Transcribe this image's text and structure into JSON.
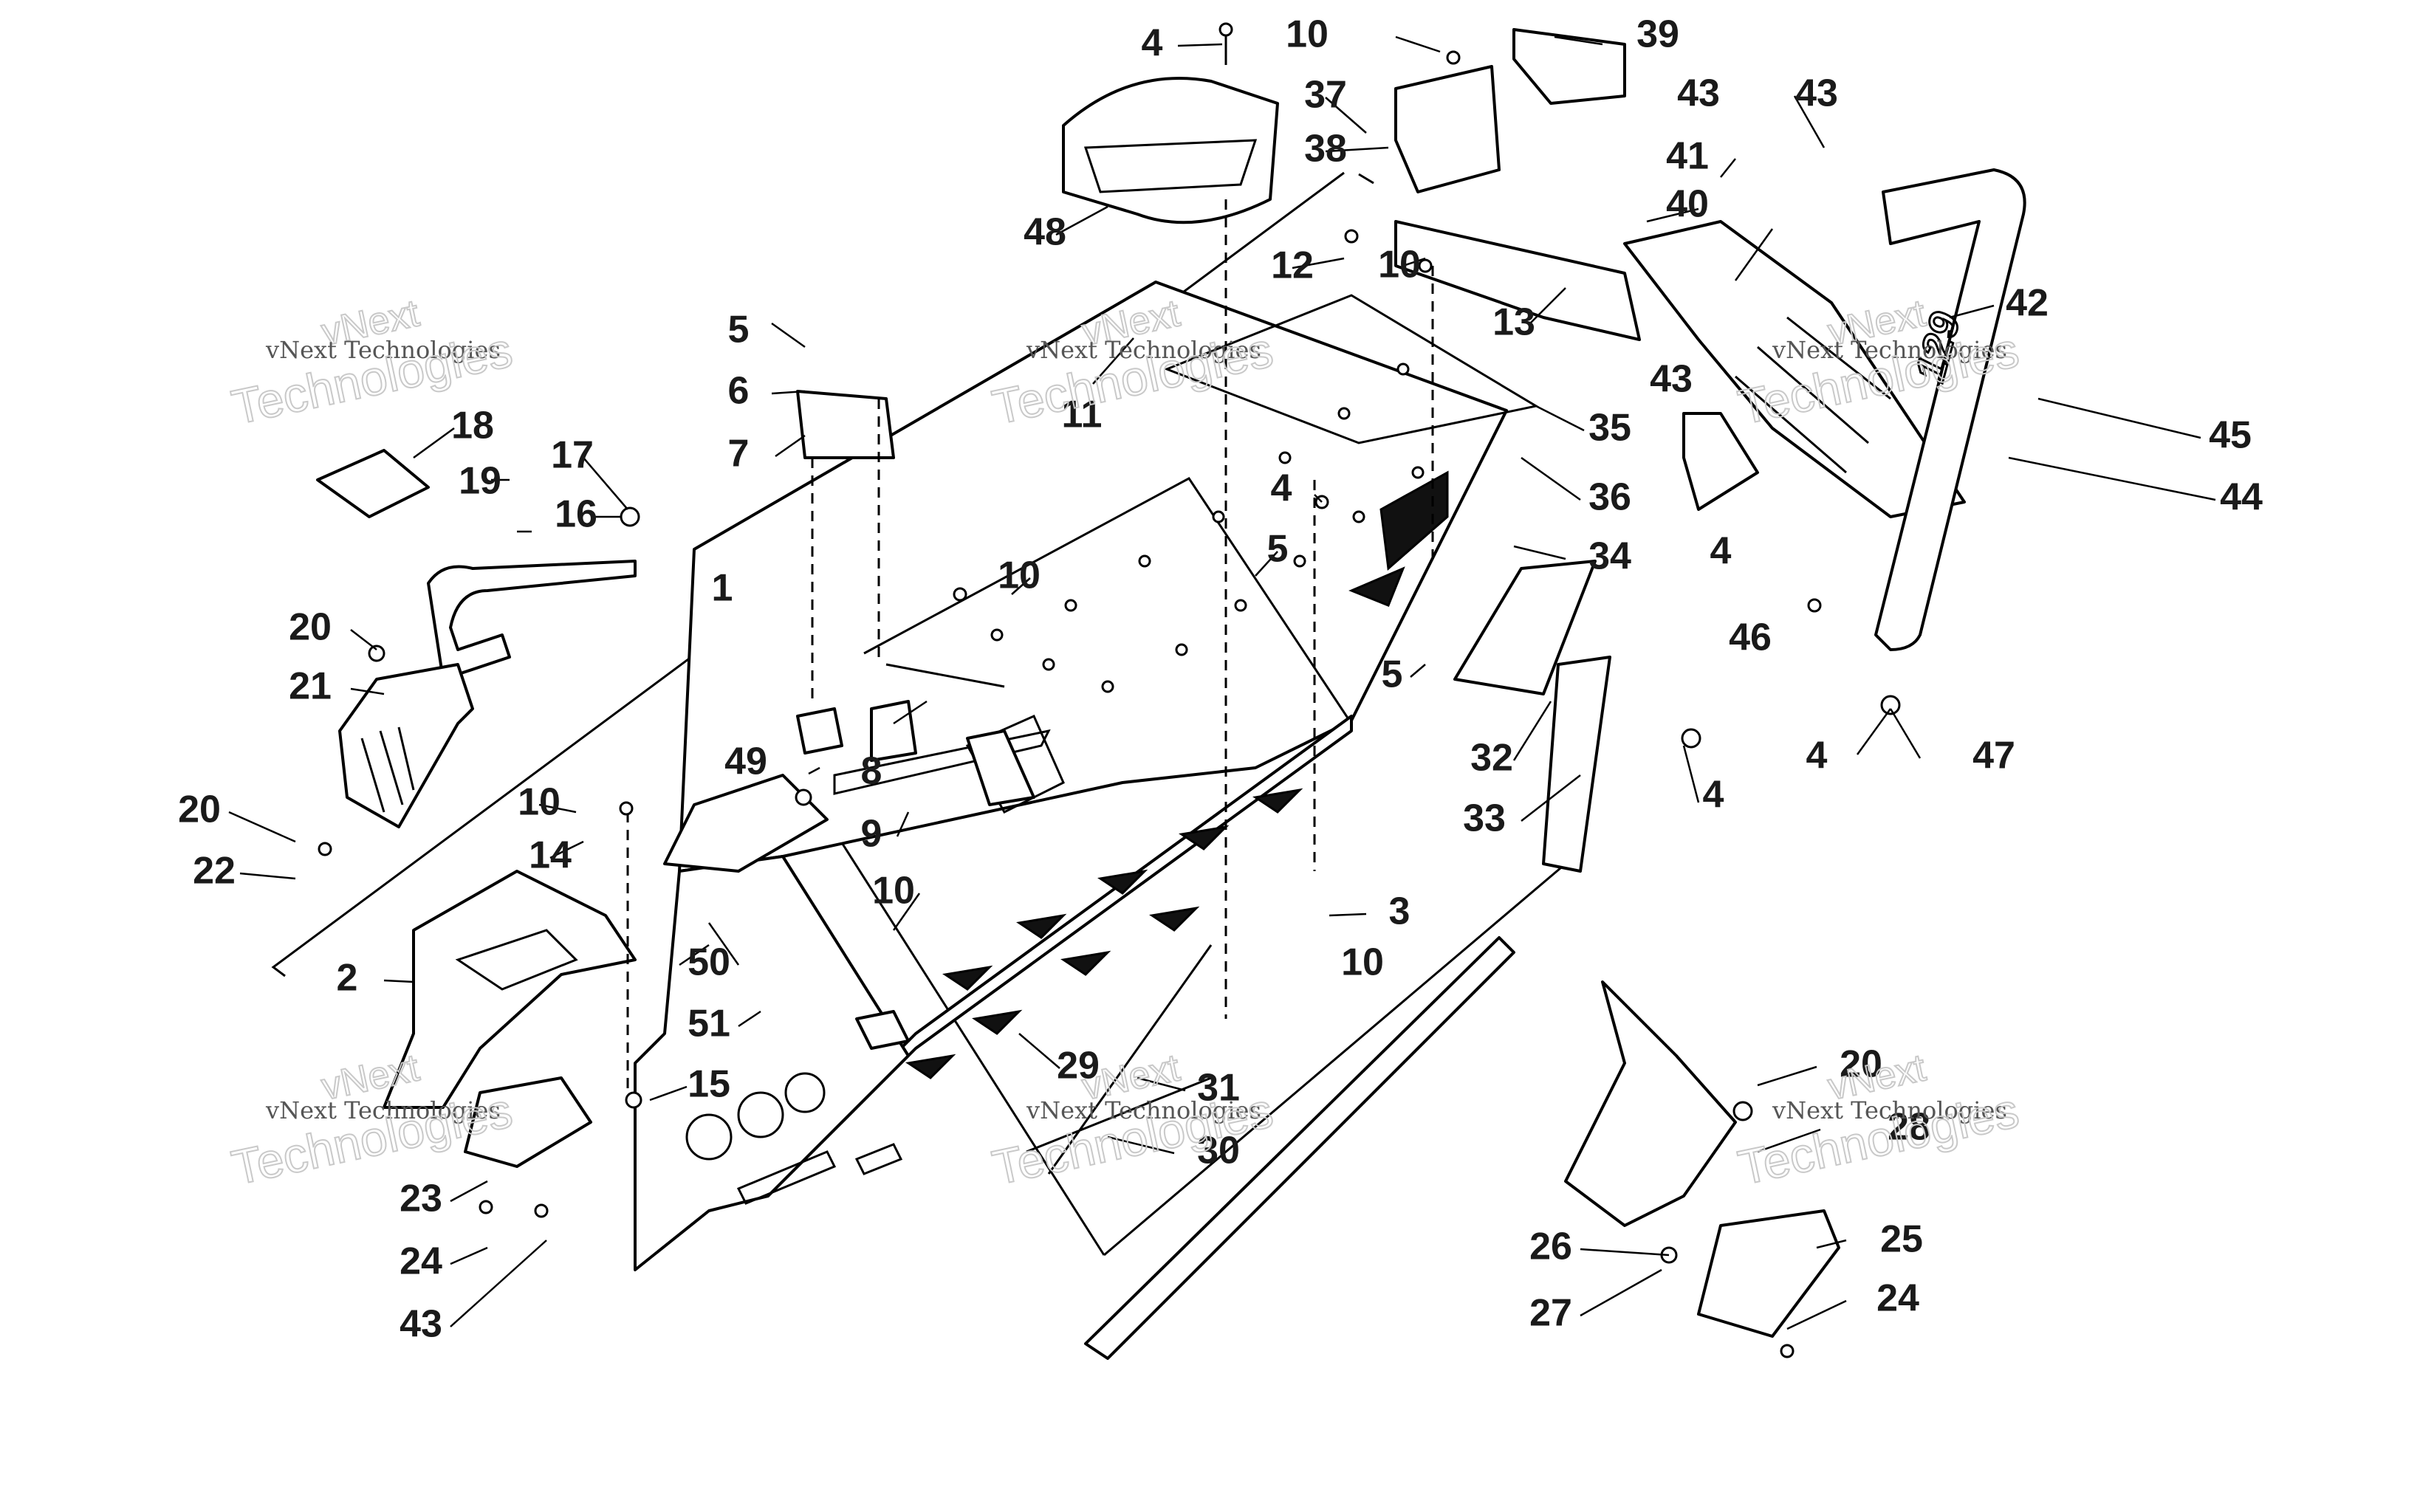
{
  "watermark": {
    "brand": "vNext",
    "line1": "vNext Technologies",
    "line2": "Technologies"
  },
  "decal_text": "129",
  "callouts": [
    "1",
    "2",
    "3",
    "4",
    "4",
    "4",
    "4",
    "4",
    "5",
    "5",
    "5",
    "6",
    "7",
    "8",
    "9",
    "10",
    "10",
    "10",
    "10",
    "10",
    "10",
    "11",
    "12",
    "13",
    "14",
    "15",
    "16",
    "17",
    "18",
    "19",
    "20",
    "20",
    "20",
    "21",
    "22",
    "23",
    "24",
    "24",
    "25",
    "26",
    "27",
    "28",
    "29",
    "30",
    "31",
    "32",
    "33",
    "34",
    "35",
    "36",
    "37",
    "38",
    "39",
    "40",
    "41",
    "42",
    "43",
    "43",
    "43",
    "43",
    "44",
    "45",
    "46",
    "47",
    "48",
    "49",
    "50",
    "51"
  ]
}
